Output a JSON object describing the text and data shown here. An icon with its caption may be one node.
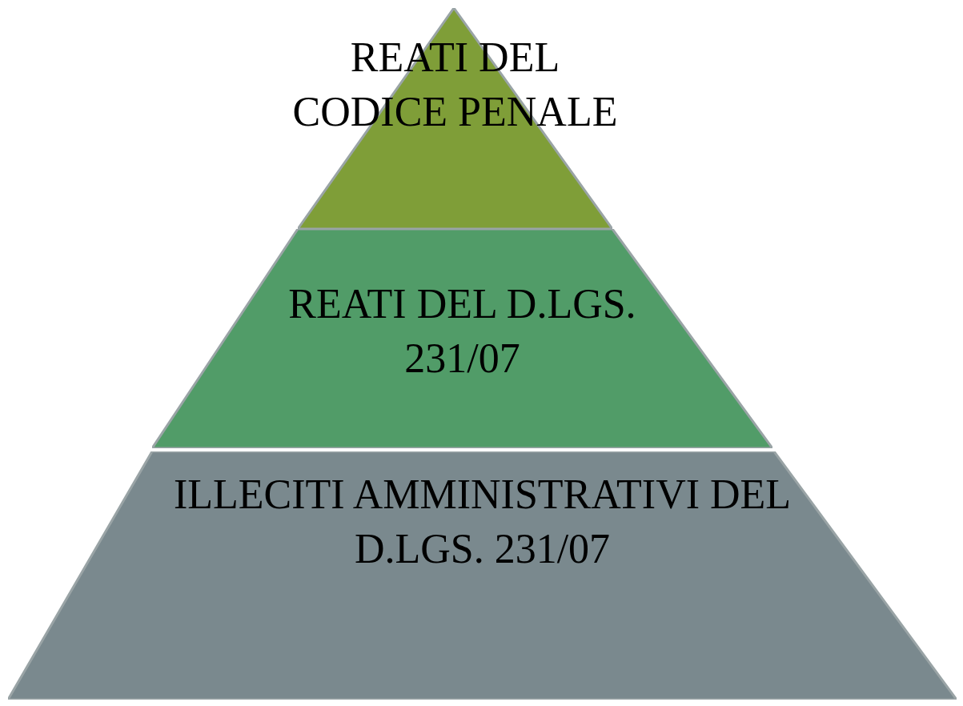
{
  "diagram": {
    "nodes": [
      {
        "text": [
          "REATI DEL CODICE PENALE"
        ]
      },
      {
        "text": [
          "REATI DEL D.LGS. 231/07"
        ]
      },
      {
        "text": [
          "ILLECITI AMMINISTRATIVI DEL D.LGS. 231/07"
        ]
      }
    ]
  }
}
